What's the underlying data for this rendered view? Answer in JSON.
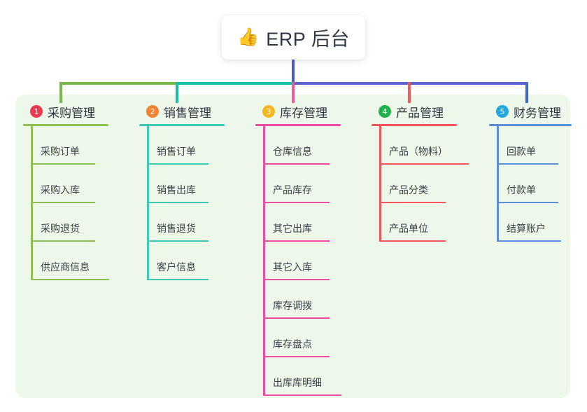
{
  "root": {
    "icon": "thumbs-up-icon",
    "emoji": "👍",
    "title": "ERP 后台"
  },
  "panel": {
    "background_color": "#eef8ea"
  },
  "connector_colors": {
    "root_stem": "#4b5bc4",
    "bus_left": "#79b84a",
    "bus_mid": "#17bfa8",
    "bus_right": "#5a63cf",
    "drop_1": "#79b84a",
    "drop_2": "#17bfa8",
    "drop_3": "#ee5ba0",
    "drop_4": "#f0595e",
    "drop_5": "#3f69c4"
  },
  "columns": [
    {
      "number": "1",
      "title": "采购管理",
      "badge_color": "#ea3b52",
      "line_color": "#8cc152",
      "items": [
        "采购订单",
        "采购入库",
        "采购退货",
        "供应商信息"
      ]
    },
    {
      "number": "2",
      "title": "销售管理",
      "badge_color": "#f58233",
      "line_color": "#3fc8b4",
      "items": [
        "销售订单",
        "销售出库",
        "销售退货",
        "客户信息"
      ]
    },
    {
      "number": "3",
      "title": "库存管理",
      "badge_color": "#f5b721",
      "line_color": "#ea4ca0",
      "items": [
        "仓库信息",
        "产品库存",
        "其它出库",
        "其它入库",
        "库存调拨",
        "库存盘点",
        "出库库明细"
      ]
    },
    {
      "number": "4",
      "title": "产品管理",
      "badge_color": "#22b14c",
      "line_color": "#f4565c",
      "items": [
        "产品（物料）",
        "产品分类",
        "产品单位"
      ]
    },
    {
      "number": "5",
      "title": "财务管理",
      "badge_color": "#22a7e0",
      "line_color": "#5b8fd8",
      "items": [
        "回款单",
        "付款单",
        "结算账户"
      ]
    }
  ]
}
